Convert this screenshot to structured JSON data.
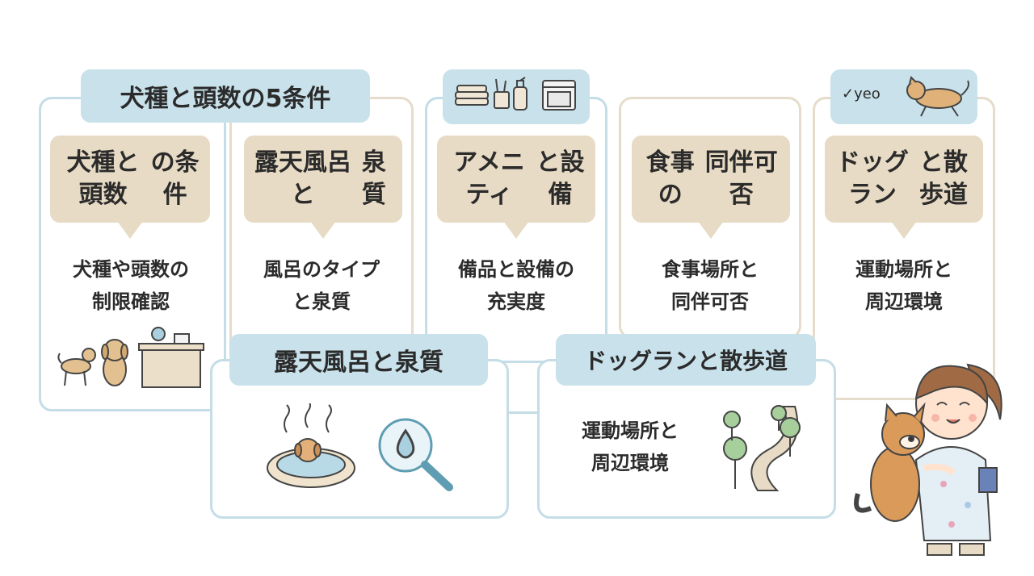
{
  "headers": {
    "top_left": "犬種と頭数の5条件",
    "top_right_text": "✓yeo",
    "bottom_left": "露天風呂と泉質",
    "bottom_right": "ドッグランと散歩道"
  },
  "columns": [
    {
      "title": [
        "犬種と頭数",
        "の条件"
      ],
      "desc": [
        "犬種や頭数の",
        "制限確認"
      ]
    },
    {
      "title": [
        "露天風呂と",
        "泉質"
      ],
      "desc": [
        "風呂のタイプ",
        "と泉質"
      ]
    },
    {
      "title": [
        "アメニティ",
        "と設備"
      ],
      "desc": [
        "備品と設備の",
        "充実度"
      ]
    },
    {
      "title": [
        "食事の",
        "同伴可否"
      ],
      "desc": [
        "食事場所と",
        "同伴可否"
      ]
    },
    {
      "title": [
        "ドッグラン",
        "と散歩道"
      ],
      "desc": [
        "運動場所と",
        "周辺環境"
      ]
    }
  ],
  "bottom_right_desc": [
    "運動場所と",
    "周辺環境"
  ],
  "icons": {
    "col1": [
      "dog-icon",
      "dog-icon",
      "reception-desk-icon"
    ],
    "col3_header": [
      "towel-icon",
      "toothbrush-icon",
      "bottle-icon",
      "washing-machine-icon"
    ],
    "col5_header": [
      "running-dog-icon"
    ],
    "bottom_left": [
      "hot-spring-dog-icon",
      "magnifier-water-drop-icon"
    ],
    "bottom_right": [
      "path-trees-icon"
    ],
    "mascot": "girl-hugging-shiba-icon"
  },
  "colors": {
    "blue": "#c8e1ea",
    "beige": "#e8dbc5",
    "blue_border": "#c4dde6",
    "beige_border": "#e6dccb"
  }
}
